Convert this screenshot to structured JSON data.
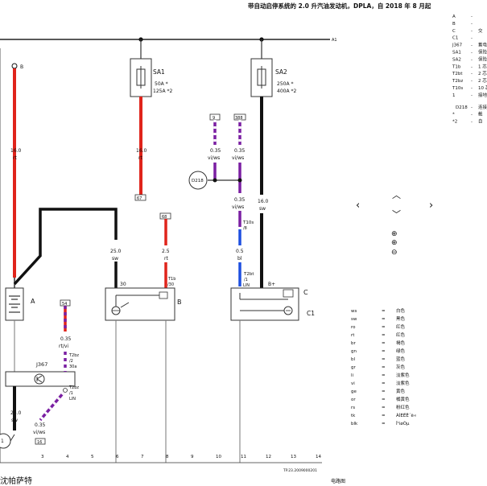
{
  "header": {
    "title": "带自动启停系统的 2.0 升汽油发动机，DPLA，自 2018 年 8 月起"
  },
  "rail": {
    "label": "A1"
  },
  "legend_top": {
    "rows": [
      {
        "code": "A",
        "dash": "-",
        "text": ""
      },
      {
        "code": "B",
        "dash": "-",
        "text": ""
      },
      {
        "code": "C",
        "dash": "-",
        "text": "交"
      },
      {
        "code": "C1",
        "dash": "-",
        "text": ""
      },
      {
        "code": "J367",
        "dash": "-",
        "text": "蓄电"
      },
      {
        "code": "SA1",
        "dash": "-",
        "text": "保险"
      },
      {
        "code": "SA2",
        "dash": "-",
        "text": "保险"
      },
      {
        "code": "T1b",
        "dash": "-",
        "text": "1 芯"
      },
      {
        "code": "T2bt",
        "dash": "-",
        "text": "2 芯"
      },
      {
        "code": "T2bz",
        "dash": "-",
        "text": "2 芯"
      },
      {
        "code": "T10s",
        "dash": "-",
        "text": "10 芯"
      },
      {
        "code": "1",
        "dash": "-",
        "text": "接地"
      },
      {
        "code": "D218",
        "dash": "-",
        "text": "连接"
      },
      {
        "code": "*",
        "dash": "-",
        "text": "截"
      },
      {
        "code": "*2",
        "dash": "-",
        "text": "自"
      }
    ]
  },
  "legend_colors": {
    "rows": [
      {
        "code": "ws",
        "name": "白色"
      },
      {
        "code": "sw",
        "name": "黑色"
      },
      {
        "code": "ro",
        "name": "红色"
      },
      {
        "code": "rt",
        "name": "红色"
      },
      {
        "code": "br",
        "name": "褐色"
      },
      {
        "code": "gn",
        "name": "绿色"
      },
      {
        "code": "bl",
        "name": "蓝色"
      },
      {
        "code": "gr",
        "name": "灰色"
      },
      {
        "code": "li",
        "name": "淡紫色"
      },
      {
        "code": "vi",
        "name": "淡紫色"
      },
      {
        "code": "ge",
        "name": "黄色"
      },
      {
        "code": "or",
        "name": "橘黄色"
      },
      {
        "code": "rs",
        "name": "粉红色"
      },
      {
        "code": "tk",
        "name": "ÀÍÈËË´ë«"
      },
      {
        "code": "blk",
        "name": "Î¹ìøÒµ"
      }
    ]
  },
  "components": {
    "SA1": {
      "name": "SA1",
      "rating1": "50A *",
      "rating2": "125A *2"
    },
    "SA2": {
      "name": "SA2",
      "rating1": "250A *",
      "rating2": "400A *2"
    },
    "A": {
      "name": "A"
    },
    "B": {
      "name": "B",
      "pin30": "30",
      "t1b": "T1b",
      "t1b_pin": "/30"
    },
    "C": {
      "name": "C",
      "c1": "C1",
      "bplus": "B+",
      "t2bt": "T2bt",
      "t2bt_pin": "/1",
      "lin": "LIN"
    },
    "J367": {
      "name": "J367",
      "t2bz_a": "T2bz",
      "t2bz_a_pin": "/2",
      "pin_30a": "30a",
      "t2bz_b": "T2bz",
      "t2bz_b_pin": "/1",
      "lin": "LIN"
    },
    "D218": {
      "name": "D218"
    },
    "T10s": {
      "name": "T10s",
      "pin": "/8"
    }
  },
  "wires": {
    "w_b": {
      "size": "16.0",
      "color": "rt",
      "top_label": "B"
    },
    "w_sa1_down": {
      "size": "16.0",
      "color": "rt",
      "tag": "67"
    },
    "w_left_bottom": {
      "size": "25.0",
      "color": "sw"
    },
    "w_b30": {
      "size": "25.0",
      "color": "sw"
    },
    "w_t1b": {
      "size": "2.5",
      "color": "rt",
      "tag": "68"
    },
    "w_vi1": {
      "size": "0.35",
      "color": "vi/ws",
      "tag": "9"
    },
    "w_vi2": {
      "size": "0.35",
      "color": "vi/ws",
      "tag": "388"
    },
    "w_vi3": {
      "size": "0.35",
      "color": "vi/ws"
    },
    "w_bl": {
      "size": "0.5",
      "color": "bl"
    },
    "w_sa2_down": {
      "size": "16.0",
      "color": "sw"
    },
    "w_j367": {
      "size": "0.35",
      "color": "rt/vi",
      "tag": "54"
    },
    "w_j367_out": {
      "size": "0.35",
      "color": "vi/ws",
      "tag": "16"
    }
  },
  "ground": {
    "label": "1"
  },
  "footer": {
    "code": "TP.23.2009000201",
    "brand": "沈帕萨特",
    "right_label": "电路图"
  },
  "scale": {
    "numbers": [
      "3",
      "4",
      "5",
      "6",
      "7",
      "8",
      "9",
      "10",
      "11",
      "12",
      "13",
      "14"
    ]
  },
  "nav": {
    "up": "︿",
    "left": "‹",
    "right": "›",
    "down": "﹀",
    "zoom_in": "⊕",
    "zoom_reset": "⊕",
    "zoom_out": "⊖"
  }
}
